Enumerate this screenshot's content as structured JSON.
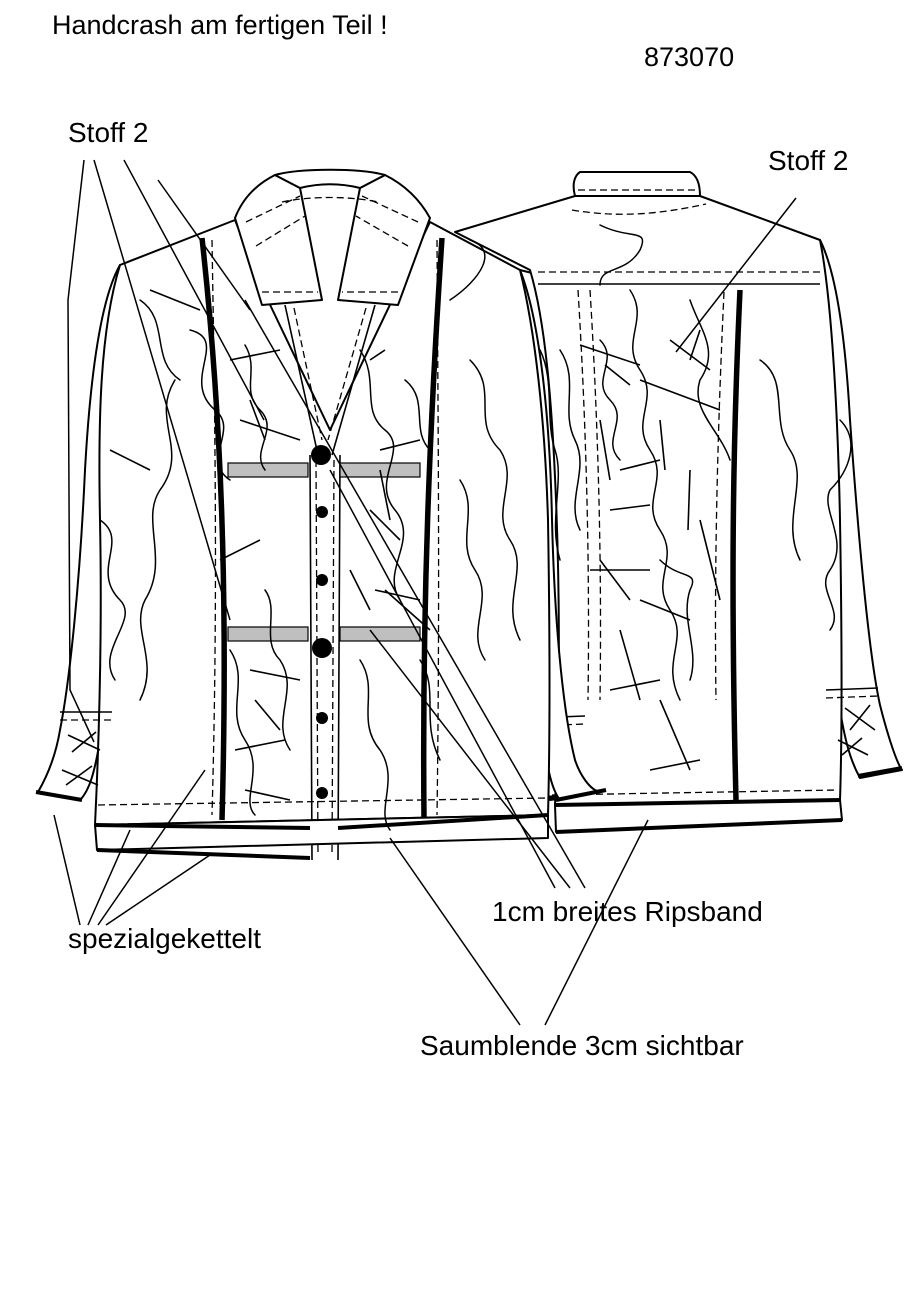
{
  "header": {
    "title": "Handcrash am fertigen Teil !",
    "article_number": "873070"
  },
  "labels": {
    "fabric_front": "Stoff 2",
    "fabric_back": "Stoff 2",
    "grosgrain": "1cm breites Ripsband",
    "special_chain_stitch": "spezialgekettelt",
    "hem_facing": "Saumblende 3cm sichtbar"
  },
  "colors": {
    "line": "#000000",
    "tape": "#bfbfbf",
    "background": "#ffffff"
  }
}
